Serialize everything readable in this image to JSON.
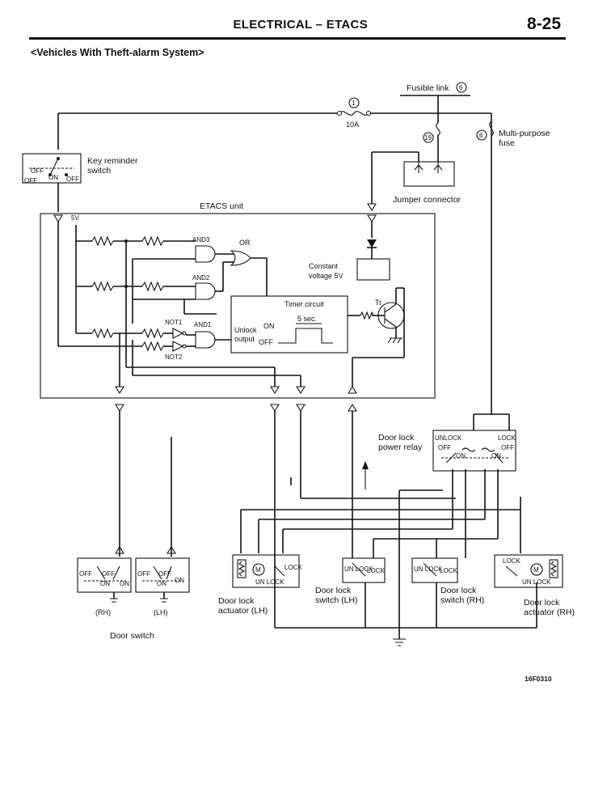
{
  "header": {
    "title": "ELECTRICAL – ETACS",
    "page": "8-25"
  },
  "subtitle": "<Vehicles With Theft-alarm System>",
  "figure_id": "16F0310",
  "labels": {
    "fusible_link": "Fusible link",
    "fusible_link_num": "6",
    "fuse_1": "1",
    "fuse_1_rating": "10A",
    "fuse_19": "19",
    "multi_purpose_num": "6",
    "multi_purpose_line1": "Multi-purpose",
    "multi_purpose_line2": "fuse",
    "key_reminder_line1": "Key reminder",
    "key_reminder_line2": "switch",
    "jumper_connector": "Jumper connector",
    "etacs_unit": "ETACS unit",
    "five_v": "5V",
    "constant_voltage_line1": "Constant",
    "constant_voltage_line2": "voltage 5V",
    "and3": "AND3",
    "and2": "AND2",
    "and1": "AND1",
    "or": "OR",
    "not1": "NOT1",
    "not2": "NOT2",
    "timer_circuit": "Timer circuit",
    "unlock_output_line1": "Unlock",
    "unlock_output_line2": "output",
    "on": "ON",
    "off": "OFF",
    "five_sec": "5 sec.",
    "tr": "Tr",
    "door_lock_power_relay_line1": "Door lock",
    "door_lock_power_relay_line2": "power relay",
    "unlock": "UNLOCK",
    "lock": "LOCK",
    "un_lock": "UN LOCK",
    "door_switch": "Door switch",
    "rh": "(RH)",
    "lh": "(LH)",
    "door_lock_actuator_lh_line1": "Door lock",
    "door_lock_actuator_lh_line2": "actuator (LH)",
    "door_lock_switch_lh_line1": "Door lock",
    "door_lock_switch_lh_line2": "switch (LH)",
    "door_lock_switch_rh_line1": "Door lock",
    "door_lock_switch_rh_line2": "switch (RH)",
    "door_lock_actuator_rh_line1": "Door lock",
    "door_lock_actuator_rh_line2": "actuator (RH)",
    "key_off": "OFF",
    "key_on": "ON",
    "motor": "M"
  }
}
